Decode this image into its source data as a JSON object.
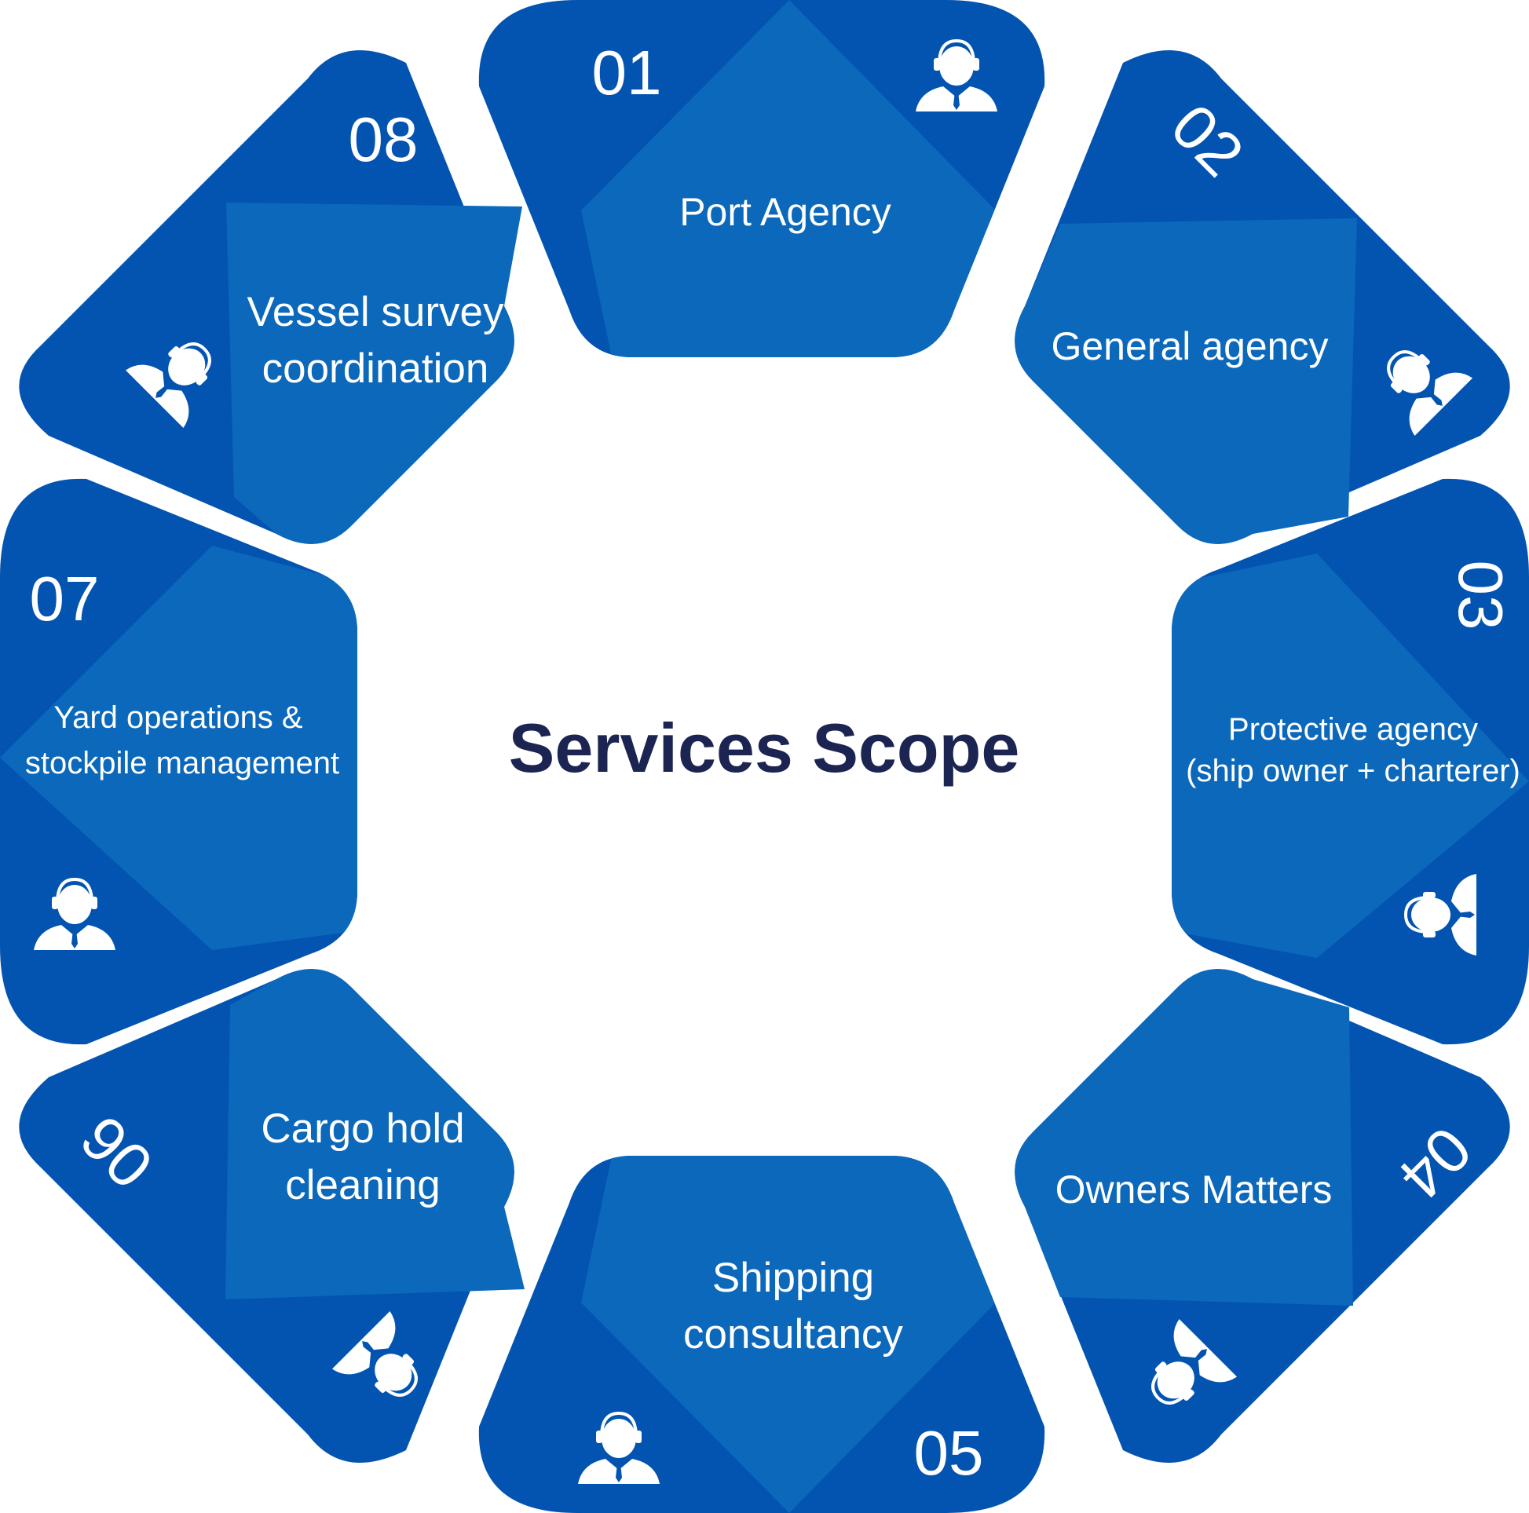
{
  "title": "Services Scope",
  "colors": {
    "tile_dark": "#0354b0",
    "tile_light": "#0b68bb",
    "title": "#1c2552",
    "icon": "#ffffff",
    "background": "#ffffff"
  },
  "icon_name": "person-with-headset-icon",
  "services": [
    {
      "number": "01",
      "lines": [
        "Port Agency"
      ]
    },
    {
      "number": "02",
      "lines": [
        "General agency"
      ]
    },
    {
      "number": "03",
      "lines": [
        "Protective agency",
        "(ship owner + charterer)"
      ]
    },
    {
      "number": "04",
      "lines": [
        "Owners Matters"
      ]
    },
    {
      "number": "05",
      "lines": [
        "Shipping",
        "consultancy"
      ]
    },
    {
      "number": "06",
      "lines": [
        "Cargo hold",
        "cleaning"
      ]
    },
    {
      "number": "07",
      "lines": [
        "Yard operations &",
        "stockpile management"
      ]
    },
    {
      "number": "08",
      "lines": [
        "Vessel survey",
        "coordination"
      ]
    }
  ]
}
